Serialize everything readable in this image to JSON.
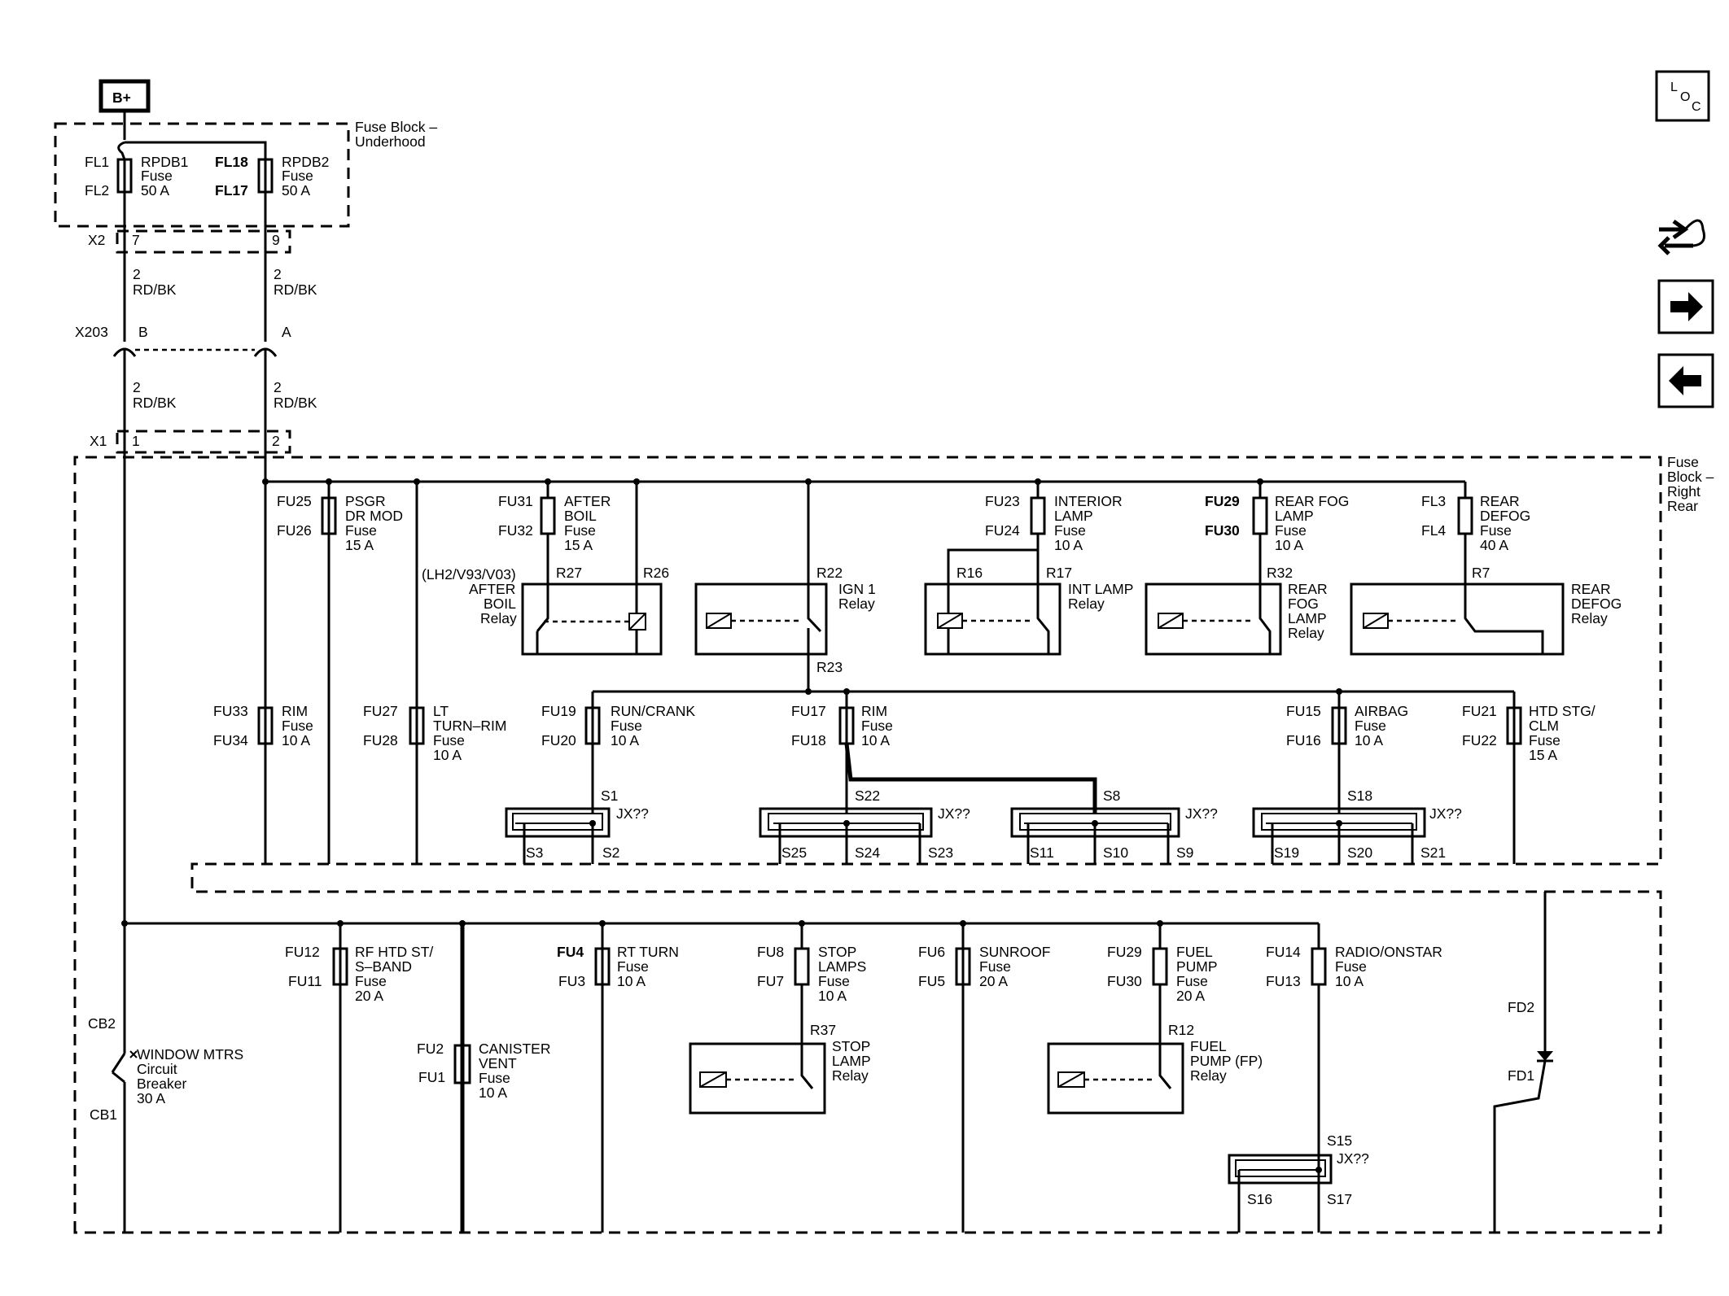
{
  "battery": "B+",
  "nav": {
    "loc_l": "L",
    "loc_o": "O",
    "loc_c": "C"
  },
  "blocks": {
    "underhood": [
      "Fuse Block –",
      "Underhood"
    ],
    "right_rear": [
      "Fuse",
      "Block –",
      "Right",
      "Rear"
    ]
  },
  "connectors": {
    "x2": "X2",
    "x2_7": "7",
    "x2_9": "9",
    "x203": "X203",
    "x203_b": "B",
    "x203_a": "A",
    "x1": "X1",
    "x1_1": "1",
    "x1_2": "2"
  },
  "wires": {
    "gauge": "2",
    "color": "RD/BK"
  },
  "underhood_fuses": [
    {
      "top": "FL1",
      "bottom": "FL2",
      "lines": [
        "RPDB1",
        "Fuse",
        "50 A"
      ]
    },
    {
      "top": "FL18",
      "bottom": "FL17",
      "lines": [
        "RPDB2",
        "Fuse",
        "50 A"
      ]
    }
  ],
  "top_fuses": [
    {
      "top": "FU25",
      "bottom": "FU26",
      "lines": [
        "PSGR",
        "DR MOD",
        "Fuse",
        "15 A"
      ]
    },
    {
      "top": "FU31",
      "bottom": "FU32",
      "lines": [
        "AFTER",
        "BOIL",
        "Fuse",
        "15 A"
      ]
    },
    {
      "top": "FU23",
      "bottom": "FU24",
      "lines": [
        "INTERIOR",
        "LAMP",
        "Fuse",
        "10 A"
      ]
    },
    {
      "top": "FU29",
      "bottom": "FU30",
      "lines": [
        "REAR FOG",
        "LAMP",
        "Fuse",
        "10 A"
      ]
    },
    {
      "top": "FL3",
      "bottom": "FL4",
      "lines": [
        "REAR",
        "DEFOG",
        "Fuse",
        "40 A"
      ]
    }
  ],
  "mid_fuses": [
    {
      "top": "FU33",
      "bottom": "FU34",
      "lines": [
        "RIM",
        "Fuse",
        "10 A"
      ]
    },
    {
      "top": "FU27",
      "bottom": "FU28",
      "lines": [
        "LT",
        "TURN–RIM",
        "Fuse",
        "10 A"
      ]
    },
    {
      "top": "FU19",
      "bottom": "FU20",
      "lines": [
        "RUN/CRANK",
        "Fuse",
        "10 A"
      ]
    },
    {
      "top": "FU17",
      "bottom": "FU18",
      "lines": [
        "RIM",
        "Fuse",
        "10 A"
      ]
    },
    {
      "top": "FU15",
      "bottom": "FU16",
      "lines": [
        "AIRBAG",
        "Fuse",
        "10 A"
      ]
    },
    {
      "top": "FU21",
      "bottom": "FU22",
      "lines": [
        "HTD STG/",
        "CLM",
        "Fuse",
        "15 A"
      ]
    }
  ],
  "bottom_fuses": [
    {
      "top": "FU12",
      "bottom": "FU11",
      "lines": [
        "RF HTD ST/",
        "S–BAND",
        "Fuse",
        "20 A"
      ]
    },
    {
      "top": "FU2",
      "bottom": "FU1",
      "lines": [
        "CANISTER",
        "VENT",
        "Fuse",
        "10 A"
      ]
    },
    {
      "top": "FU4",
      "bottom": "FU3",
      "lines": [
        "RT TURN",
        "Fuse",
        "10 A"
      ]
    },
    {
      "top": "FU8",
      "bottom": "FU7",
      "lines": [
        "STOP",
        "LAMPS",
        "Fuse",
        "10 A"
      ]
    },
    {
      "top": "FU6",
      "bottom": "FU5",
      "lines": [
        "SUNROOF",
        "Fuse",
        "20 A"
      ]
    },
    {
      "top": "FU29",
      "bottom": "FU30",
      "lines": [
        "FUEL",
        "PUMP",
        "Fuse",
        "20 A"
      ]
    },
    {
      "top": "FU14",
      "bottom": "FU13",
      "lines": [
        "RADIO/ONSTAR",
        "Fuse",
        "10 A"
      ]
    }
  ],
  "relays": {
    "after_boil": {
      "option": "(LH2/V93/V03)",
      "lines": [
        "AFTER",
        "BOIL",
        "Relay"
      ],
      "pin_a": "R27",
      "pin_b": "R26"
    },
    "ign1": {
      "lines": [
        "IGN 1",
        "Relay"
      ],
      "pin_a": "R22",
      "pin_b": "R23"
    },
    "int_lamp": {
      "lines": [
        "INT LAMP",
        "Relay"
      ],
      "pin_a": "R16",
      "pin_b": "R17"
    },
    "rear_fog": {
      "lines": [
        "REAR",
        "FOG",
        "LAMP",
        "Relay"
      ],
      "pin_a": "R32"
    },
    "rear_defog": {
      "lines": [
        "REAR",
        "DEFOG",
        "Relay"
      ],
      "pin_a": "R7"
    },
    "stop_lamp": {
      "lines": [
        "STOP",
        "LAMP",
        "Relay"
      ],
      "pin_a": "R37"
    },
    "fuel_pump": {
      "lines": [
        "FUEL",
        "PUMP (FP)",
        "Relay"
      ],
      "pin_a": "R12"
    }
  },
  "splices": {
    "jx": "JX??",
    "s1": "S1",
    "s2": "S2",
    "s3": "S3",
    "s22": "S22",
    "s23": "S23",
    "s24": "S24",
    "s25": "S25",
    "s8": "S8",
    "s9": "S9",
    "s10": "S10",
    "s11": "S11",
    "s18": "S18",
    "s19": "S19",
    "s20": "S20",
    "s21": "S21",
    "s15": "S15",
    "s16": "S16",
    "s17": "S17"
  },
  "breaker": {
    "top": "CB2",
    "bottom": "CB1",
    "lines": [
      "WINDOW MTRS",
      "Circuit",
      "Breaker",
      "30 A"
    ]
  },
  "diode": {
    "top": "FD2",
    "bottom": "FD1"
  }
}
